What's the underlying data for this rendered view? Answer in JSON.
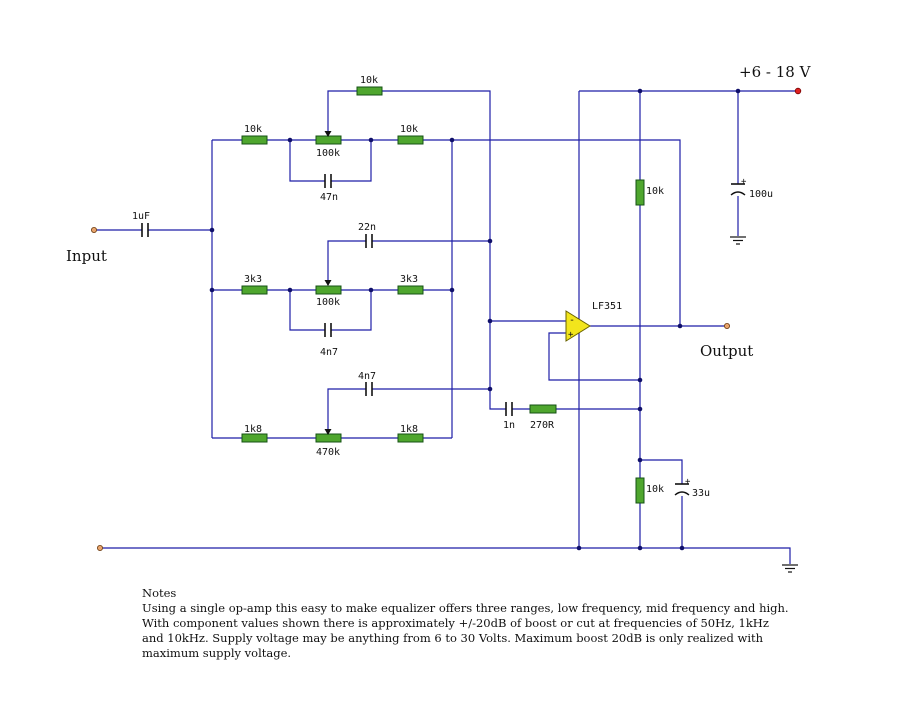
{
  "labels": {
    "supply": "+6 - 18 V",
    "input": "Input",
    "output": "Output",
    "opamp": "LF351",
    "opamp_minus": "-",
    "opamp_plus": "+"
  },
  "components": {
    "c_in": "1uF",
    "r_fb_top": "10k",
    "r_low_left": "10k",
    "pot_low": "100k",
    "r_low_right": "10k",
    "c_low": "47n",
    "c_mid_top": "22n",
    "r_mid_left": "3k3",
    "pot_mid": "100k",
    "r_mid_right": "3k3",
    "c_mid": "4n7",
    "c_high_top": "4n7",
    "r_high_left": "1k8",
    "pot_high": "470k",
    "r_high_right": "1k8",
    "c_bias": "1n",
    "r_bias": "270R",
    "r_div_top": "10k",
    "r_div_bottom": "10k",
    "c_supply": "100u",
    "c_div": "33u",
    "cap_plus": "+"
  },
  "notes": {
    "title": "Notes",
    "body": "Using a single op-amp this easy to make equalizer offers three ranges, low frequency, mid frequency and high. With component values shown there is approximately +/-20dB of boost or cut at frequencies of 50Hz, 1kHz and 10kHz. Supply voltage may be anything from 6 to 30 Volts. Maximum boost 20dB is only realized with maximum supply voltage."
  }
}
